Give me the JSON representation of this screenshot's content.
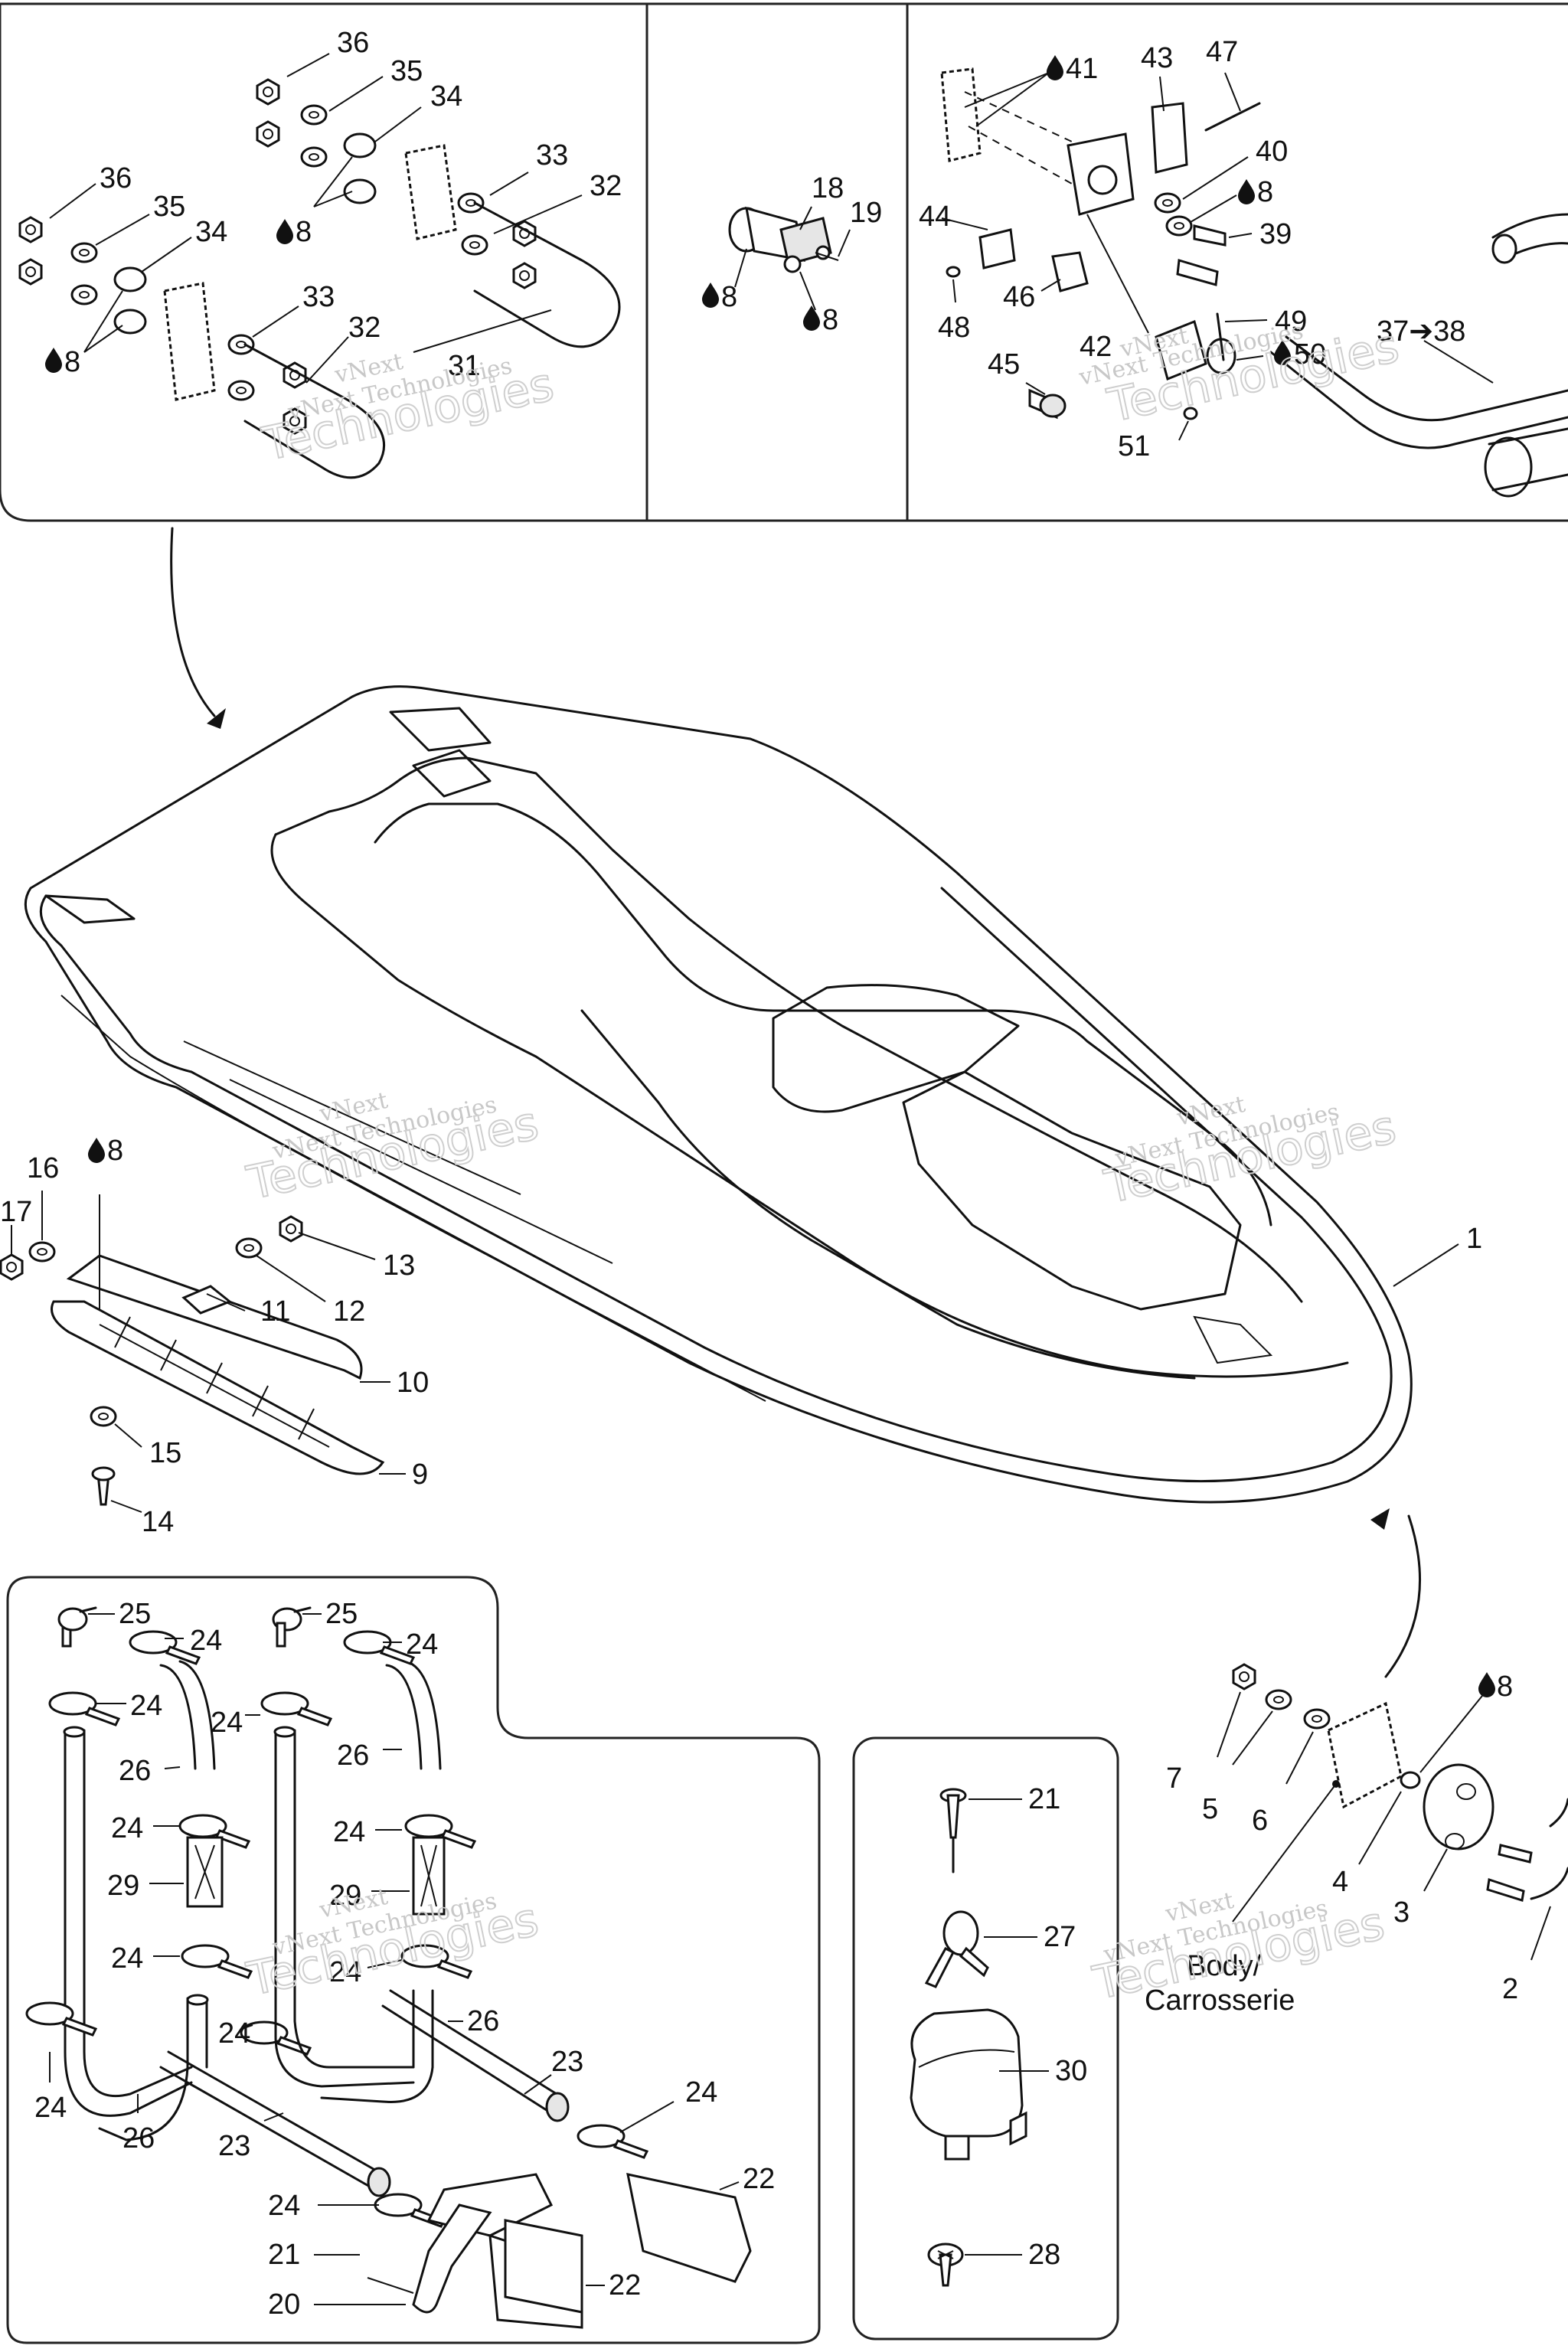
{
  "watermark": {
    "line1": "vNext",
    "line2": "vNext Technologies",
    "line3": "Technologies"
  },
  "callouts": {
    "c1": "1",
    "c2": "2",
    "c3": "3",
    "c4": "4",
    "c5": "5",
    "c6": "6",
    "c7": "7",
    "c9": "9",
    "c10": "10",
    "c11": "11",
    "c12": "12",
    "c13": "13",
    "c14": "14",
    "c15": "15",
    "c16": "16",
    "c17": "17",
    "c18": "18",
    "c19": "19",
    "c20": "20",
    "c21": "21",
    "c22": "22",
    "c23": "23",
    "c24": "24",
    "c25": "25",
    "c26": "26",
    "c27": "27",
    "c28": "28",
    "c29": "29",
    "c30": "30",
    "c31": "31",
    "c32": "32",
    "c33": "33",
    "c34": "34",
    "c35": "35",
    "c36": "36",
    "c37_38": "37➔38",
    "c39": "39",
    "c40": "40",
    "c41": "41",
    "c42": "42",
    "c43": "43",
    "c44": "44",
    "c45": "45",
    "c46": "46",
    "c47": "47",
    "c48": "48",
    "c49": "49",
    "c50": "50",
    "c51": "51",
    "c8": "8"
  },
  "body_label": {
    "line1": "Body/",
    "line2": "Carrosserie"
  },
  "icons": {
    "drop": "oil-drop-icon"
  },
  "colors": {
    "ink": "#111111",
    "watermark": "#c8c8c8",
    "background": "#ffffff"
  }
}
